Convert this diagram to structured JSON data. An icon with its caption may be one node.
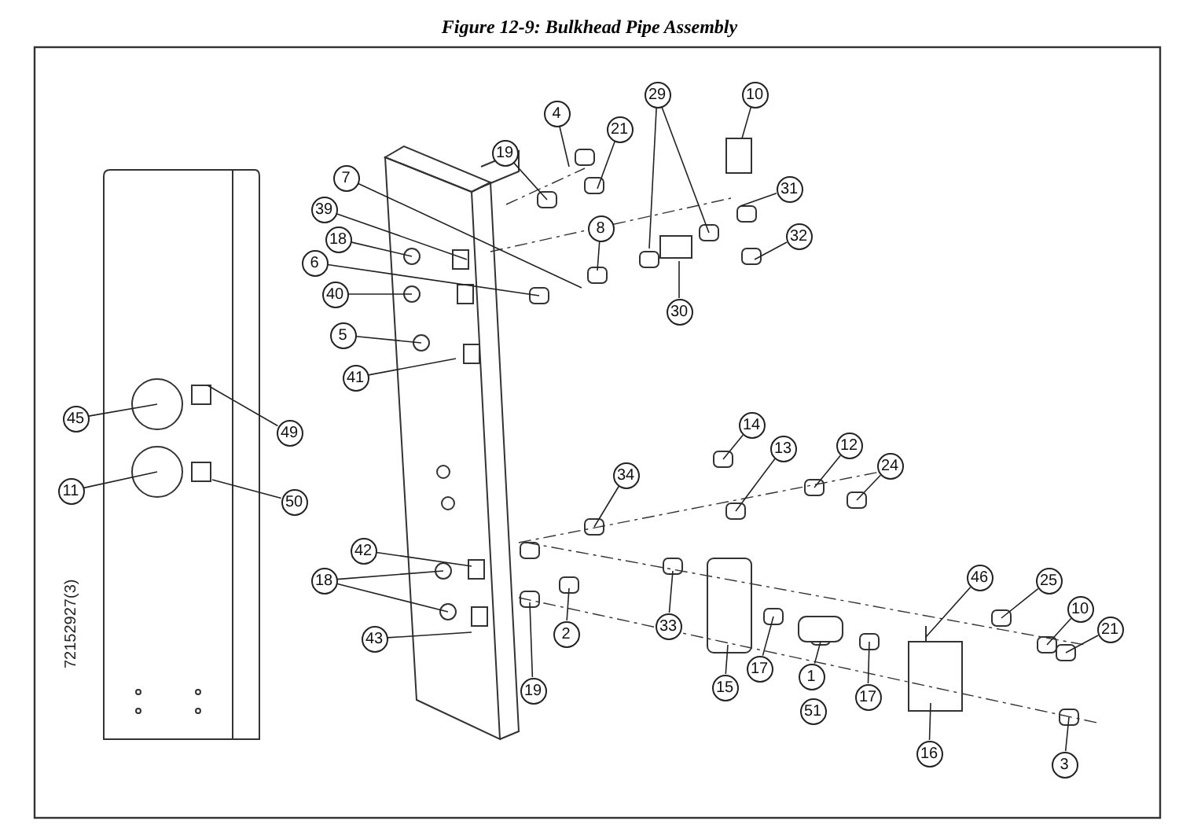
{
  "diagram": {
    "title": "Figure 12-9:  Bulkhead Pipe Assembly",
    "nodes": [
      {
        "text": [
          "29"
        ]
      },
      {
        "text": [
          "10"
        ]
      },
      {
        "text": [
          "4"
        ]
      },
      {
        "text": [
          "21"
        ]
      },
      {
        "text": [
          "19"
        ]
      },
      {
        "text": [
          "7"
        ]
      },
      {
        "text": [
          "31"
        ]
      },
      {
        "text": [
          "39"
        ]
      },
      {
        "text": [
          "32"
        ]
      },
      {
        "text": [
          "8"
        ]
      },
      {
        "text": [
          "18"
        ]
      },
      {
        "text": [
          "6"
        ]
      },
      {
        "text": [
          "40"
        ]
      },
      {
        "text": [
          "30"
        ]
      },
      {
        "text": [
          "5"
        ]
      },
      {
        "text": [
          "41"
        ]
      },
      {
        "text": [
          "45"
        ]
      },
      {
        "text": [
          "14"
        ]
      },
      {
        "text": [
          "49"
        ]
      },
      {
        "text": [
          "12"
        ]
      },
      {
        "text": [
          "13"
        ]
      },
      {
        "text": [
          "24"
        ]
      },
      {
        "text": [
          "34"
        ]
      },
      {
        "text": [
          "11"
        ]
      },
      {
        "text": [
          "50"
        ]
      },
      {
        "text": [
          "42"
        ]
      },
      {
        "text": [
          "18"
        ]
      },
      {
        "text": [
          "46"
        ]
      },
      {
        "text": [
          "25"
        ]
      },
      {
        "text": [
          "10"
        ]
      },
      {
        "text": [
          "21"
        ]
      },
      {
        "text": [
          "2"
        ]
      },
      {
        "text": [
          "33"
        ]
      },
      {
        "text": [
          "43"
        ]
      },
      {
        "text": [
          "17"
        ]
      },
      {
        "text": [
          "1"
        ]
      },
      {
        "text": [
          "15"
        ]
      },
      {
        "text": [
          "19"
        ]
      },
      {
        "text": [
          "17"
        ]
      },
      {
        "text": [
          "51"
        ]
      },
      {
        "text": [
          "16"
        ]
      },
      {
        "text": [
          "3"
        ]
      }
    ],
    "edges": [
      {
        "from": 0,
        "to": null,
        "arrow": "none"
      },
      {
        "from": 0,
        "to": null,
        "arrow": "none"
      },
      {
        "from": 1,
        "to": null,
        "arrow": "none"
      },
      {
        "from": 2,
        "to": null,
        "arrow": "none"
      },
      {
        "from": 3,
        "to": null,
        "arrow": "none"
      },
      {
        "from": 4,
        "to": null,
        "arrow": "none"
      },
      {
        "from": 5,
        "to": null,
        "arrow": "none"
      },
      {
        "from": 6,
        "to": null,
        "arrow": "none"
      },
      {
        "from": 7,
        "to": null,
        "arrow": "none"
      },
      {
        "from": 8,
        "to": null,
        "arrow": "none"
      },
      {
        "from": 9,
        "to": null,
        "arrow": "none"
      },
      {
        "from": 10,
        "to": null,
        "arrow": "none"
      },
      {
        "from": 11,
        "to": null,
        "arrow": "none"
      },
      {
        "from": 12,
        "to": null,
        "arrow": "none"
      },
      {
        "from": 13,
        "to": null,
        "arrow": "none"
      },
      {
        "from": 14,
        "to": null,
        "arrow": "none"
      },
      {
        "from": 15,
        "to": null,
        "arrow": "none"
      },
      {
        "from": 16,
        "to": null,
        "arrow": "none"
      },
      {
        "from": 17,
        "to": null,
        "arrow": "none"
      },
      {
        "from": 18,
        "to": null,
        "arrow": "none"
      },
      {
        "from": 19,
        "to": null,
        "arrow": "none"
      },
      {
        "from": 20,
        "to": null,
        "arrow": "none"
      },
      {
        "from": 21,
        "to": null,
        "arrow": "none"
      },
      {
        "from": 22,
        "to": null,
        "arrow": "none"
      },
      {
        "from": 23,
        "to": null,
        "arrow": "none"
      },
      {
        "from": 24,
        "to": null,
        "arrow": "none"
      },
      {
        "from": 25,
        "to": null,
        "arrow": "none"
      },
      {
        "from": 26,
        "to": null,
        "arrow": "none"
      },
      {
        "from": 26,
        "to": null,
        "arrow": "none"
      },
      {
        "from": 27,
        "to": null,
        "arrow": "none"
      },
      {
        "from": 28,
        "to": null,
        "arrow": "none"
      },
      {
        "from": 29,
        "to": null,
        "arrow": "none"
      },
      {
        "from": 30,
        "to": null,
        "arrow": "none"
      },
      {
        "from": 31,
        "to": null,
        "arrow": "none"
      },
      {
        "from": 32,
        "to": null,
        "arrow": "none"
      },
      {
        "from": 33,
        "to": null,
        "arrow": "none"
      },
      {
        "from": 34,
        "to": null,
        "arrow": "none"
      },
      {
        "from": 35,
        "to": null,
        "arrow": "none"
      },
      {
        "from": 36,
        "to": null,
        "arrow": "none"
      },
      {
        "from": 37,
        "to": null,
        "arrow": "none"
      },
      {
        "from": 38,
        "to": null,
        "arrow": "none"
      },
      {
        "from": 40,
        "to": null,
        "arrow": "none"
      },
      {
        "from": 41,
        "to": null,
        "arrow": "none"
      }
    ],
    "labels": [
      "72152927(3)"
    ]
  }
}
